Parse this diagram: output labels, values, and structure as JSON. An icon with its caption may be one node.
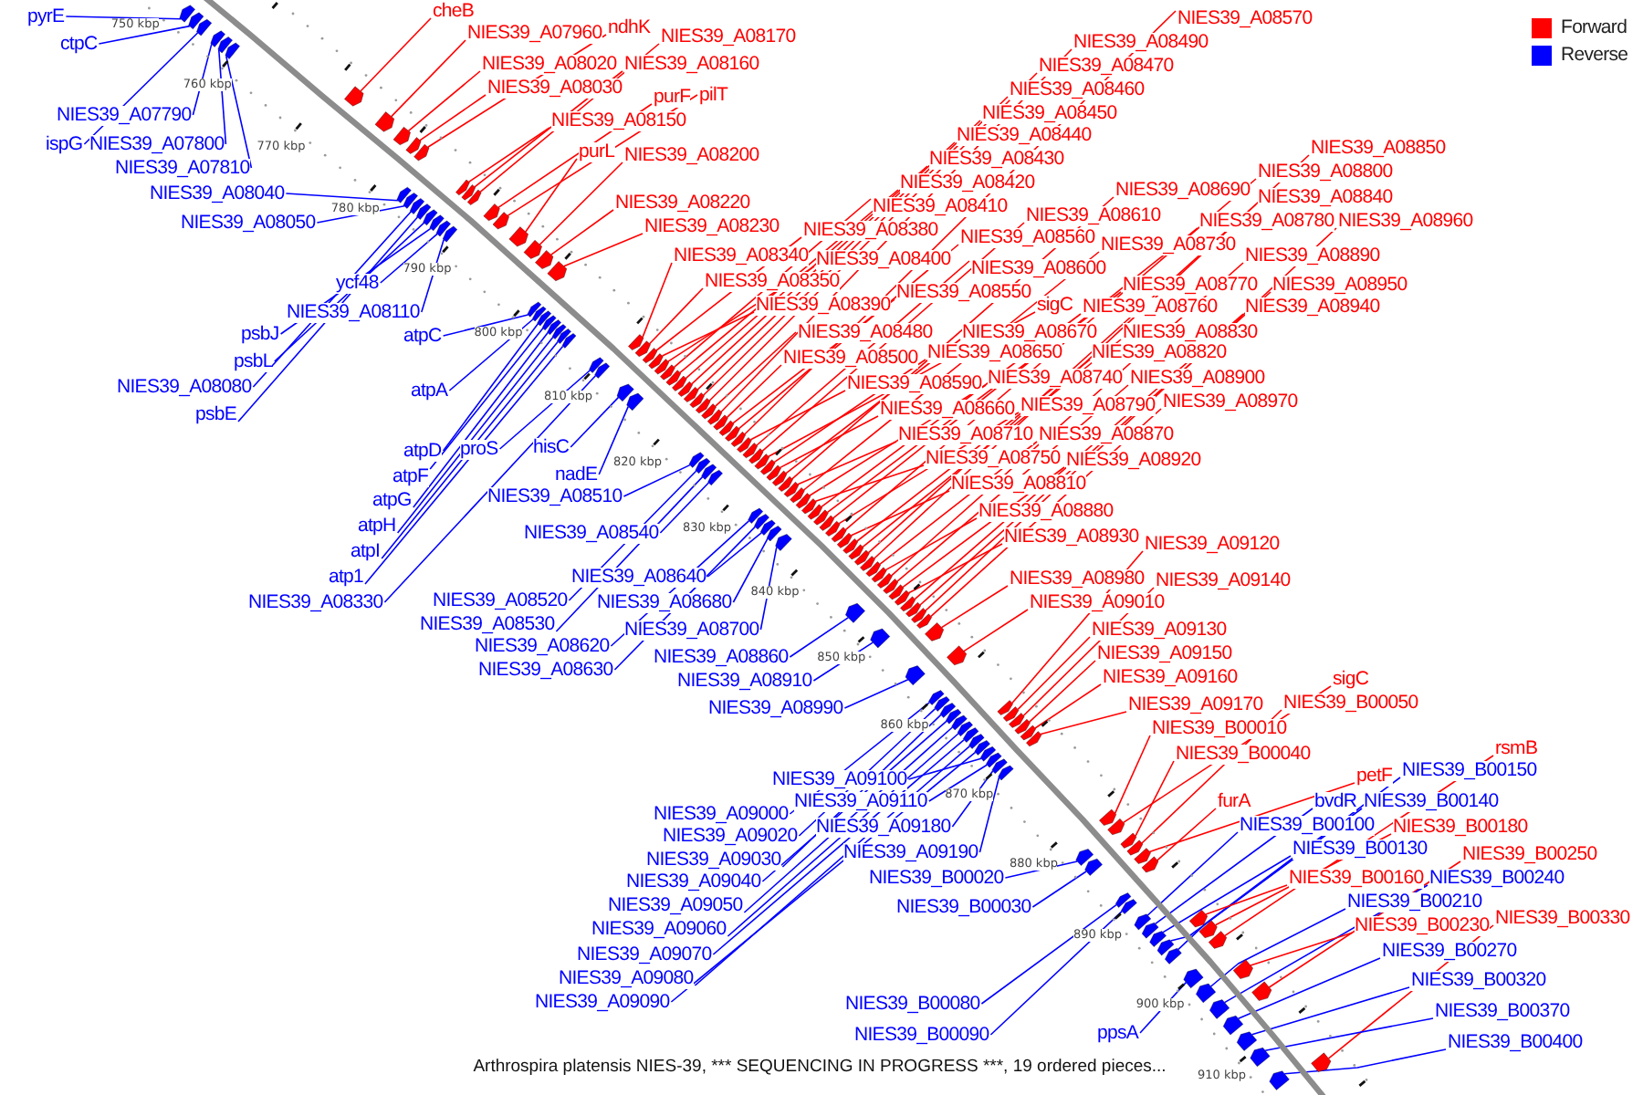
{
  "diagram": {
    "caption": "Arthrospira platensis NIES-39, *** SEQUENCING IN PROGRESS ***, 19 ordered pieces...",
    "nodes": [
      {
        "text": [
          "cheB"
        ]
      },
      {
        "text": [
          "pyrE"
        ]
      },
      {
        "text": [
          "NIES39_A08570"
        ]
      },
      {
        "text": [
          "ndhK"
        ]
      },
      {
        "text": [
          "NIES39_A07960"
        ]
      },
      {
        "text": [
          "NIES39_A08170"
        ]
      },
      {
        "text": [
          "NIES39_A08490"
        ]
      },
      {
        "text": [
          "ctpC"
        ]
      },
      {
        "text": [
          "NIES39_A08020"
        ]
      },
      {
        "text": [
          "NIES39_A08160"
        ]
      },
      {
        "text": [
          "NIES39_A08470"
        ]
      },
      {
        "text": [
          "NIES39_A08030"
        ]
      },
      {
        "text": [
          "NIES39_A08460"
        ]
      },
      {
        "text": [
          "purF"
        ]
      },
      {
        "text": [
          "pilT"
        ]
      },
      {
        "text": [
          "NIES39_A08450"
        ]
      },
      {
        "text": [
          "NIES39_A07790"
        ]
      },
      {
        "text": [
          "NIES39_A08150"
        ]
      },
      {
        "text": [
          "NIES39_A08440"
        ]
      },
      {
        "text": [
          "ispG"
        ]
      },
      {
        "text": [
          "NIES39_A07800"
        ]
      },
      {
        "text": [
          "NIES39_A08850"
        ]
      },
      {
        "text": [
          "purL"
        ]
      },
      {
        "text": [
          "NIES39_A08200"
        ]
      },
      {
        "text": [
          "NIES39_A08430"
        ]
      },
      {
        "text": [
          "NIES39_A07810"
        ]
      },
      {
        "text": [
          "NIES39_A08800"
        ]
      },
      {
        "text": [
          "NIES39_A08420"
        ]
      },
      {
        "text": [
          "NIES39_A08690"
        ]
      },
      {
        "text": [
          "NIES39_A08040"
        ]
      },
      {
        "text": [
          "NIES39_A08840"
        ]
      },
      {
        "text": [
          "NIES39_A08220"
        ]
      },
      {
        "text": [
          "NIES39_A08410"
        ]
      },
      {
        "text": [
          "NIES39_A08610"
        ]
      },
      {
        "text": [
          "NIES39_A08780"
        ]
      },
      {
        "text": [
          "NIES39_A08960"
        ]
      },
      {
        "text": [
          "NIES39_A08050"
        ]
      },
      {
        "text": [
          "NIES39_A08230"
        ]
      },
      {
        "text": [
          "NIES39_A08380"
        ]
      },
      {
        "text": [
          "NIES39_A08560"
        ]
      },
      {
        "text": [
          "NIES39_A08730"
        ]
      },
      {
        "text": [
          "NIES39_A08340"
        ]
      },
      {
        "text": [
          "NIES39_A08890"
        ]
      },
      {
        "text": [
          "NIES39_A08400"
        ]
      },
      {
        "text": [
          "NIES39_A08600"
        ]
      },
      {
        "text": [
          "NIES39_A08350"
        ]
      },
      {
        "text": [
          "ycf48"
        ]
      },
      {
        "text": [
          "NIES39_A08770"
        ]
      },
      {
        "text": [
          "NIES39_A08950"
        ]
      },
      {
        "text": [
          "NIES39_A08550"
        ]
      },
      {
        "text": [
          "NIES39_A08390"
        ]
      },
      {
        "text": [
          "sigC"
        ]
      },
      {
        "text": [
          "NIES39_A08760"
        ]
      },
      {
        "text": [
          "NIES39_A08940"
        ]
      },
      {
        "text": [
          "NIES39_A08110"
        ]
      },
      {
        "text": [
          "NIES39_A08480"
        ]
      },
      {
        "text": [
          "NIES39_A08670"
        ]
      },
      {
        "text": [
          "NIES39_A08830"
        ]
      },
      {
        "text": [
          "psbJ"
        ]
      },
      {
        "text": [
          "atpC"
        ]
      },
      {
        "text": [
          "NIES39_A08650"
        ]
      },
      {
        "text": [
          "NIES39_A08820"
        ]
      },
      {
        "text": [
          "NIES39_A08500"
        ]
      },
      {
        "text": [
          "psbL"
        ]
      },
      {
        "text": [
          "NIES39_A08740"
        ]
      },
      {
        "text": [
          "NIES39_A08900"
        ]
      },
      {
        "text": [
          "NIES39_A08590"
        ]
      },
      {
        "text": [
          "NIES39_A08080"
        ]
      },
      {
        "text": [
          "atpA"
        ]
      },
      {
        "text": [
          "NIES39_A08970"
        ]
      },
      {
        "text": [
          "NIES39_A08790"
        ]
      },
      {
        "text": [
          "NIES39_A08660"
        ]
      },
      {
        "text": [
          "psbE"
        ]
      },
      {
        "text": [
          "NIES39_A08710"
        ]
      },
      {
        "text": [
          "NIES39_A08870"
        ]
      },
      {
        "text": [
          "hisC"
        ]
      },
      {
        "text": [
          "proS"
        ]
      },
      {
        "text": [
          "atpD"
        ]
      },
      {
        "text": [
          "NIES39_A08750"
        ]
      },
      {
        "text": [
          "NIES39_A08920"
        ]
      },
      {
        "text": [
          "nadE"
        ]
      },
      {
        "text": [
          "atpF"
        ]
      },
      {
        "text": [
          "NIES39_A08810"
        ]
      },
      {
        "text": [
          "NIES39_A08510"
        ]
      },
      {
        "text": [
          "atpG"
        ]
      },
      {
        "text": [
          "NIES39_A08880"
        ]
      },
      {
        "text": [
          "atpH"
        ]
      },
      {
        "text": [
          "NIES39_A08540"
        ]
      },
      {
        "text": [
          "NIES39_A08930"
        ]
      },
      {
        "text": [
          "NIES39_A09120"
        ]
      },
      {
        "text": [
          "atpI"
        ]
      },
      {
        "text": [
          "atp1"
        ]
      },
      {
        "text": [
          "NIES39_A08640"
        ]
      },
      {
        "text": [
          "NIES39_A08980"
        ]
      },
      {
        "text": [
          "NIES39_A09140"
        ]
      },
      {
        "text": [
          "NIES39_A08520"
        ]
      },
      {
        "text": [
          "NIES39_A08330"
        ]
      },
      {
        "text": [
          "NIES39_A08680"
        ]
      },
      {
        "text": [
          "NIES39_A09010"
        ]
      },
      {
        "text": [
          "NIES39_A08530"
        ]
      },
      {
        "text": [
          "NIES39_A08700"
        ]
      },
      {
        "text": [
          "NIES39_A09130"
        ]
      },
      {
        "text": [
          "NIES39_A08620"
        ]
      },
      {
        "text": [
          "NIES39_A09150"
        ]
      },
      {
        "text": [
          "NIES39_A08860"
        ]
      },
      {
        "text": [
          "NIES39_A08630"
        ]
      },
      {
        "text": [
          "NIES39_A09160"
        ]
      },
      {
        "text": [
          "sigC"
        ]
      },
      {
        "text": [
          "NIES39_A08910"
        ]
      },
      {
        "text": [
          "NIES39_B00050"
        ]
      },
      {
        "text": [
          "NIES39_A09170"
        ]
      },
      {
        "text": [
          "NIES39_A08990"
        ]
      },
      {
        "text": [
          "NIES39_B00010"
        ]
      },
      {
        "text": [
          "rsmB"
        ]
      },
      {
        "text": [
          "NIES39_B00040"
        ]
      },
      {
        "text": [
          "NIES39_B00150"
        ]
      },
      {
        "text": [
          "petF"
        ]
      },
      {
        "text": [
          "NIES39_A09100"
        ]
      },
      {
        "text": [
          "NIES39_A09110"
        ]
      },
      {
        "text": [
          "furA"
        ]
      },
      {
        "text": [
          "bvdR"
        ]
      },
      {
        "text": [
          "NIES39_B00140"
        ]
      },
      {
        "text": [
          "NIES39_A09000"
        ]
      },
      {
        "text": [
          "NIES39_B00100"
        ]
      },
      {
        "text": [
          "NIES39_A09180"
        ]
      },
      {
        "text": [
          "NIES39_B00180"
        ]
      },
      {
        "text": [
          "NIES39_A09020"
        ]
      },
      {
        "text": [
          "NIES39_B00130"
        ]
      },
      {
        "text": [
          "NIES39_A09190"
        ]
      },
      {
        "text": [
          "NIES39_B00250"
        ]
      },
      {
        "text": [
          "NIES39_A09030"
        ]
      },
      {
        "text": [
          "NIES39_B00020"
        ]
      },
      {
        "text": [
          "NIES39_B00160"
        ]
      },
      {
        "text": [
          "NIES39_B00240"
        ]
      },
      {
        "text": [
          "NIES39_A09040"
        ]
      },
      {
        "text": [
          "NIES39_B00210"
        ]
      },
      {
        "text": [
          "NIES39_A09050"
        ]
      },
      {
        "text": [
          "NIES39_B00030"
        ]
      },
      {
        "text": [
          "NIES39_B00330"
        ]
      },
      {
        "text": [
          "NIES39_B00230"
        ]
      },
      {
        "text": [
          "NIES39_A09060"
        ]
      },
      {
        "text": [
          "NIES39_B00270"
        ]
      },
      {
        "text": [
          "NIES39_A09070"
        ]
      },
      {
        "text": [
          "NIES39_A09080"
        ]
      },
      {
        "text": [
          "NIES39_B00320"
        ]
      },
      {
        "text": [
          "NIES39_A09090"
        ]
      },
      {
        "text": [
          "NIES39_B00080"
        ]
      },
      {
        "text": [
          "NIES39_B00370"
        ]
      },
      {
        "text": [
          "ppsA"
        ]
      },
      {
        "text": [
          "NIES39_B00090"
        ]
      },
      {
        "text": [
          "NIES39_B00400"
        ]
      },
      {
        "text": [],
        "shape": "arrow"
      },
      {
        "text": [],
        "shape": "arrow"
      },
      {
        "text": [],
        "shape": "arrow"
      },
      {
        "text": [],
        "shape": "arrow"
      },
      {
        "text": [],
        "shape": "arrow"
      },
      {
        "text": [],
        "shape": "arrow"
      },
      {
        "text": [],
        "shape": "arrow"
      },
      {
        "text": [],
        "shape": "arrow"
      },
      {
        "text": [],
        "shape": "arrow"
      },
      {
        "text": [],
        "shape": "arrow"
      },
      {
        "text": [],
        "shape": "arrow"
      },
      {
        "text": [],
        "shape": "arrow"
      },
      {
        "text": [],
        "shape": "arrow"
      },
      {
        "text": [],
        "shape": "arrow"
      },
      {
        "text": [],
        "shape": "arrow"
      },
      {
        "text": [],
        "shape": "arrow"
      },
      {
        "text": [],
        "shape": "arrow"
      },
      {
        "text": [],
        "shape": "arrow"
      },
      {
        "text": [],
        "shape": "arrow"
      },
      {
        "text": [],
        "shape": "arrow"
      },
      {
        "text": [],
        "shape": "arrow"
      },
      {
        "text": [],
        "shape": "arrow"
      },
      {
        "text": [],
        "shape": "arrow"
      },
      {
        "text": [],
        "shape": "arrow"
      },
      {
        "text": [],
        "shape": "arrow"
      },
      {
        "text": [],
        "shape": "arrow"
      },
      {
        "text": [],
        "shape": "arrow"
      },
      {
        "text": [],
        "shape": "arrow"
      },
      {
        "text": [],
        "shape": "arrow"
      },
      {
        "text": [],
        "shape": "arrow"
      },
      {
        "text": [],
        "shape": "arrow"
      },
      {
        "text": [],
        "shape": "arrow"
      },
      {
        "text": [],
        "shape": "arrow"
      },
      {
        "text": [],
        "shape": "arrow"
      },
      {
        "text": [],
        "shape": "arrow"
      },
      {
        "text": [],
        "shape": "arrow"
      },
      {
        "text": [],
        "shape": "arrow"
      },
      {
        "text": [],
        "shape": "arrow"
      },
      {
        "text": [],
        "shape": "arrow"
      },
      {
        "text": [],
        "shape": "arrow"
      },
      {
        "text": [],
        "shape": "arrow"
      },
      {
        "text": [],
        "shape": "arrow"
      },
      {
        "text": [],
        "shape": "arrow"
      },
      {
        "text": [],
        "shape": "arrow"
      },
      {
        "text": [],
        "shape": "arrow"
      },
      {
        "text": [],
        "shape": "arrow"
      },
      {
        "text": [],
        "shape": "arrow"
      },
      {
        "text": [],
        "shape": "arrow"
      },
      {
        "text": [],
        "shape": "arrow"
      },
      {
        "text": [],
        "shape": "arrow"
      },
      {
        "text": [],
        "shape": "arrow"
      },
      {
        "text": [],
        "shape": "arrow"
      },
      {
        "text": [],
        "shape": "arrow"
      },
      {
        "text": [],
        "shape": "arrow"
      },
      {
        "text": [],
        "shape": "arrow"
      },
      {
        "text": [],
        "shape": "arrow"
      },
      {
        "text": [],
        "shape": "arrow"
      },
      {
        "text": [],
        "shape": "arrow"
      },
      {
        "text": [],
        "shape": "arrow"
      },
      {
        "text": [],
        "shape": "arrow"
      },
      {
        "text": [],
        "shape": "arrow"
      },
      {
        "text": [],
        "shape": "arrow"
      },
      {
        "text": [],
        "shape": "arrow"
      },
      {
        "text": [],
        "shape": "arrow"
      },
      {
        "text": [],
        "shape": "arrow"
      },
      {
        "text": [],
        "shape": "arrow"
      },
      {
        "text": [],
        "shape": "arrow"
      },
      {
        "text": [],
        "shape": "arrow"
      },
      {
        "text": [],
        "shape": "arrow"
      },
      {
        "text": [],
        "shape": "arrow"
      },
      {
        "text": [],
        "shape": "arrow"
      },
      {
        "text": [],
        "shape": "arrow"
      },
      {
        "text": [],
        "shape": "arrow"
      },
      {
        "text": [],
        "shape": "arrow"
      },
      {
        "text": [],
        "shape": "arrow"
      },
      {
        "text": [],
        "shape": "arrow"
      },
      {
        "text": [],
        "shape": "arrow"
      },
      {
        "text": [],
        "shape": "arrow"
      },
      {
        "text": [],
        "shape": "arrow"
      },
      {
        "text": [],
        "shape": "arrow"
      },
      {
        "text": [],
        "shape": "arrow"
      },
      {
        "text": [],
        "shape": "arrow"
      },
      {
        "text": [],
        "shape": "arrow"
      },
      {
        "text": [],
        "shape": "arrow"
      },
      {
        "text": [],
        "shape": "arrow"
      },
      {
        "text": [],
        "shape": "arrow"
      },
      {
        "text": [],
        "shape": "arrow"
      },
      {
        "text": [],
        "shape": "arrow"
      },
      {
        "text": [],
        "shape": "arrow"
      },
      {
        "text": [],
        "shape": "arrow"
      },
      {
        "text": [],
        "shape": "arrow"
      },
      {
        "text": [],
        "shape": "arrow"
      },
      {
        "text": [],
        "shape": "arrow"
      },
      {
        "text": [],
        "shape": "arrow"
      },
      {
        "text": [],
        "shape": "arrow"
      },
      {
        "text": [],
        "shape": "arrow"
      },
      {
        "text": [],
        "shape": "arrow"
      },
      {
        "text": [],
        "shape": "arrow"
      },
      {
        "text": [],
        "shape": "arrow"
      },
      {
        "text": [],
        "shape": "arrow"
      },
      {
        "text": [],
        "shape": "arrow"
      },
      {
        "text": [],
        "shape": "arrow"
      },
      {
        "text": [],
        "shape": "arrow"
      },
      {
        "text": [],
        "shape": "arrow"
      },
      {
        "text": [],
        "shape": "arrow"
      },
      {
        "text": [],
        "shape": "arrow"
      },
      {
        "text": [],
        "shape": "arrow"
      },
      {
        "text": [],
        "shape": "arrow"
      },
      {
        "text": [],
        "shape": "arrow"
      },
      {
        "text": [],
        "shape": "arrow"
      },
      {
        "text": [],
        "shape": "arrow"
      },
      {
        "text": [],
        "shape": "arrow"
      },
      {
        "text": [],
        "shape": "arrow"
      },
      {
        "text": [],
        "shape": "arrow"
      },
      {
        "text": [],
        "shape": "arrow"
      },
      {
        "text": [],
        "shape": "arrow"
      },
      {
        "text": [],
        "shape": "arrow"
      },
      {
        "text": [],
        "shape": "arrow"
      },
      {
        "text": [],
        "shape": "arrow"
      },
      {
        "text": [],
        "shape": "arrow"
      },
      {
        "text": [],
        "shape": "arrow"
      },
      {
        "text": [],
        "shape": "arrow"
      },
      {
        "text": [],
        "shape": "arrow"
      },
      {
        "text": [],
        "shape": "arrow"
      },
      {
        "text": [],
        "shape": "arrow"
      },
      {
        "text": [],
        "shape": "arrow"
      },
      {
        "text": [],
        "shape": "arrow"
      },
      {
        "text": [],
        "shape": "arrow"
      },
      {
        "text": [],
        "shape": "arrow"
      },
      {
        "text": [],
        "shape": "arrow"
      },
      {
        "text": [],
        "shape": "arrow"
      },
      {
        "text": [],
        "shape": "arrow"
      },
      {
        "text": [],
        "shape": "arrow"
      },
      {
        "text": [],
        "shape": "arrow"
      },
      {
        "text": [],
        "shape": "arrow"
      },
      {
        "text": [],
        "shape": "arrow"
      },
      {
        "text": [],
        "shape": "arrow"
      },
      {
        "text": [],
        "shape": "arrow"
      },
      {
        "text": [],
        "shape": "arrow"
      },
      {
        "text": [],
        "shape": "arrow"
      },
      {
        "text": [],
        "shape": "arrow"
      },
      {
        "text": [],
        "shape": "arrow"
      },
      {
        "text": [],
        "shape": "arrow"
      },
      {
        "text": [],
        "shape": "arrow"
      },
      {
        "text": [],
        "shape": "arrow"
      },
      {
        "text": [],
        "shape": "arrow"
      },
      {
        "text": [],
        "shape": "arrow"
      },
      {
        "text": [],
        "shape": "arrow"
      },
      {
        "text": [],
        "shape": "arrow"
      },
      {
        "text": [],
        "shape": "arrow"
      },
      {
        "text": [],
        "shape": "arrow"
      }
    ],
    "edges": [
      {
        "from": 0,
        "to": 157,
        "arrow": "none"
      },
      {
        "from": 1,
        "to": 151,
        "arrow": "none",
        "color": "#0000ff"
      },
      {
        "from": 2,
        "to": 211,
        "arrow": "none"
      },
      {
        "from": 3,
        "to": 161,
        "arrow": "none"
      },
      {
        "from": 4,
        "to": 158,
        "arrow": "none"
      },
      {
        "from": 5,
        "to": 171,
        "arrow": "none"
      },
      {
        "from": 6,
        "to": 204,
        "arrow": "none"
      },
      {
        "from": 7,
        "to": 152,
        "arrow": "none",
        "color": "#0000ff"
      },
      {
        "from": 8,
        "to": 159,
        "arrow": "none"
      },
      {
        "from": 9,
        "to": 169,
        "arrow": "none"
      },
      {
        "from": 10,
        "to": 202,
        "arrow": "none"
      },
      {
        "from": 11,
        "to": 160,
        "arrow": "none"
      },
      {
        "from": 12,
        "to": 201,
        "arrow": "none"
      },
      {
        "from": 13,
        "to": 173,
        "arrow": "none"
      },
      {
        "from": 14,
        "to": 174,
        "arrow": "none"
      },
      {
        "from": 15,
        "to": 200,
        "arrow": "none"
      },
      {
        "from": 16,
        "to": 154,
        "arrow": "none",
        "color": "#0000ff"
      },
      {
        "from": 17,
        "to": 167,
        "arrow": "none"
      },
      {
        "from": 18,
        "to": 199,
        "arrow": "none"
      },
      {
        "from": 19,
        "to": 153,
        "arrow": "none",
        "color": "#0000ff"
      },
      {
        "from": 20,
        "to": 155,
        "arrow": "none",
        "color": "#0000ff"
      },
      {
        "from": 21,
        "to": 239,
        "arrow": "none"
      },
      {
        "from": 22,
        "to": 175,
        "arrow": "none"
      },
      {
        "from": 23,
        "to": 176,
        "arrow": "none"
      },
      {
        "from": 24,
        "to": 198,
        "arrow": "none"
      },
      {
        "from": 25,
        "to": 156,
        "arrow": "none",
        "color": "#0000ff"
      },
      {
        "from": 26,
        "to": 234,
        "arrow": "none"
      },
      {
        "from": 27,
        "to": 197,
        "arrow": "none"
      },
      {
        "from": 28,
        "to": 221,
        "arrow": "none"
      },
      {
        "from": 29,
        "to": 162,
        "arrow": "none",
        "color": "#0000ff"
      },
      {
        "from": 30,
        "to": 238,
        "arrow": "none"
      },
      {
        "from": 31,
        "to": 177,
        "arrow": "none"
      },
      {
        "from": 32,
        "to": 196,
        "arrow": "none"
      },
      {
        "from": 33,
        "to": 215,
        "arrow": "none"
      },
      {
        "from": 34,
        "to": 232,
        "arrow": "none"
      },
      {
        "from": 35,
        "to": 250,
        "arrow": "none"
      },
      {
        "from": 36,
        "to": 163,
        "arrow": "none",
        "color": "#0000ff"
      },
      {
        "from": 37,
        "to": 178,
        "arrow": "none"
      },
      {
        "from": 38,
        "to": 191,
        "arrow": "none"
      },
      {
        "from": 39,
        "to": 209,
        "arrow": "none"
      },
      {
        "from": 40,
        "to": 225,
        "arrow": "none"
      },
      {
        "from": 41,
        "to": 189,
        "arrow": "none"
      },
      {
        "from": 42,
        "to": 243,
        "arrow": "none"
      },
      {
        "from": 43,
        "to": 194,
        "arrow": "none"
      },
      {
        "from": 44,
        "to": 214,
        "arrow": "none"
      },
      {
        "from": 45,
        "to": 190,
        "arrow": "none"
      },
      {
        "from": 46,
        "to": 170,
        "arrow": "none",
        "color": "#0000ff"
      },
      {
        "from": 47,
        "to": 231,
        "arrow": "none"
      },
      {
        "from": 48,
        "to": 249,
        "arrow": "none"
      },
      {
        "from": 49,
        "to": 207,
        "arrow": "none"
      },
      {
        "from": 50,
        "to": 193,
        "arrow": "none"
      },
      {
        "from": 51,
        "to": 216,
        "arrow": "none"
      },
      {
        "from": 52,
        "to": 230,
        "arrow": "none"
      },
      {
        "from": 53,
        "to": 247,
        "arrow": "none"
      },
      {
        "from": 54,
        "to": 172,
        "arrow": "none",
        "color": "#0000ff"
      },
      {
        "from": 55,
        "to": 203,
        "arrow": "none"
      },
      {
        "from": 56,
        "to": 219,
        "arrow": "none"
      },
      {
        "from": 57,
        "to": 237,
        "arrow": "none"
      },
      {
        "from": 58,
        "to": 168,
        "arrow": "none",
        "color": "#0000ff"
      },
      {
        "from": 59,
        "to": 179,
        "arrow": "none",
        "color": "#0000ff"
      },
      {
        "from": 60,
        "to": 217,
        "arrow": "none"
      },
      {
        "from": 61,
        "to": 236,
        "arrow": "none"
      },
      {
        "from": 62,
        "to": 205,
        "arrow": "none"
      },
      {
        "from": 63,
        "to": 166,
        "arrow": "none",
        "color": "#0000ff"
      },
      {
        "from": 64,
        "to": 227,
        "arrow": "none"
      },
      {
        "from": 65,
        "to": 244,
        "arrow": "none"
      },
      {
        "from": 66,
        "to": 213,
        "arrow": "none"
      },
      {
        "from": 67,
        "to": 164,
        "arrow": "none",
        "color": "#0000ff"
      },
      {
        "from": 68,
        "to": 180,
        "arrow": "none",
        "color": "#0000ff"
      },
      {
        "from": 69,
        "to": 251,
        "arrow": "none"
      },
      {
        "from": 70,
        "to": 233,
        "arrow": "none"
      },
      {
        "from": 71,
        "to": 218,
        "arrow": "none"
      },
      {
        "from": 72,
        "to": 165,
        "arrow": "none",
        "color": "#0000ff"
      },
      {
        "from": 73,
        "to": 223,
        "arrow": "none"
      },
      {
        "from": 74,
        "to": 240,
        "arrow": "none"
      },
      {
        "from": 75,
        "to": 192,
        "arrow": "none",
        "color": "#0000ff"
      },
      {
        "from": 76,
        "to": 187,
        "arrow": "none",
        "color": "#0000ff"
      },
      {
        "from": 77,
        "to": 181,
        "arrow": "none",
        "color": "#0000ff"
      },
      {
        "from": 78,
        "to": 228,
        "arrow": "none"
      },
      {
        "from": 79,
        "to": 245,
        "arrow": "none"
      },
      {
        "from": 80,
        "to": 195,
        "arrow": "none",
        "color": "#0000ff"
      },
      {
        "from": 81,
        "to": 182,
        "arrow": "none",
        "color": "#0000ff"
      },
      {
        "from": 82,
        "to": 235,
        "arrow": "none"
      },
      {
        "from": 83,
        "to": 206,
        "arrow": "none",
        "color": "#0000ff"
      },
      {
        "from": 84,
        "to": 183,
        "arrow": "none",
        "color": "#0000ff"
      },
      {
        "from": 85,
        "to": 241,
        "arrow": "none"
      },
      {
        "from": 86,
        "to": 184,
        "arrow": "none",
        "color": "#0000ff"
      },
      {
        "from": 87,
        "to": 212,
        "arrow": "none",
        "color": "#0000ff"
      },
      {
        "from": 88,
        "to": 246,
        "arrow": "none"
      },
      {
        "from": 89,
        "to": 262,
        "arrow": "none"
      },
      {
        "from": 90,
        "to": 185,
        "arrow": "none",
        "color": "#0000ff"
      },
      {
        "from": 91,
        "to": 186,
        "arrow": "none",
        "color": "#0000ff"
      },
      {
        "from": 92,
        "to": 224,
        "arrow": "none",
        "color": "#0000ff"
      },
      {
        "from": 93,
        "to": 252,
        "arrow": "none"
      },
      {
        "from": 94,
        "to": 266,
        "arrow": "none"
      },
      {
        "from": 95,
        "to": 208,
        "arrow": "none",
        "color": "#0000ff"
      },
      {
        "from": 96,
        "to": 188,
        "arrow": "none",
        "color": "#0000ff"
      },
      {
        "from": 97,
        "to": 226,
        "arrow": "none",
        "color": "#0000ff"
      },
      {
        "from": 98,
        "to": 254,
        "arrow": "none"
      },
      {
        "from": 99,
        "to": 210,
        "arrow": "none",
        "color": "#0000ff"
      },
      {
        "from": 100,
        "to": 229,
        "arrow": "none",
        "color": "#0000ff"
      },
      {
        "from": 101,
        "to": 264,
        "arrow": "none"
      },
      {
        "from": 102,
        "to": 220,
        "arrow": "none",
        "color": "#0000ff"
      },
      {
        "from": 103,
        "to": 268,
        "arrow": "none"
      },
      {
        "from": 104,
        "to": 242,
        "arrow": "none",
        "color": "#0000ff"
      },
      {
        "from": 105,
        "to": 222,
        "arrow": "none",
        "color": "#0000ff"
      },
      {
        "from": 106,
        "to": 270,
        "arrow": "none"
      },
      {
        "from": 107,
        "to": 276,
        "arrow": "none"
      },
      {
        "from": 108,
        "to": 248,
        "arrow": "none",
        "color": "#0000ff"
      },
      {
        "from": 109,
        "to": 279,
        "arrow": "none"
      },
      {
        "from": 110,
        "to": 272,
        "arrow": "none"
      },
      {
        "from": 111,
        "to": 253,
        "arrow": "none",
        "color": "#0000ff"
      },
      {
        "from": 112,
        "to": 274,
        "arrow": "none"
      },
      {
        "from": 113,
        "to": 291,
        "arrow": "none"
      },
      {
        "from": 114,
        "to": 278,
        "arrow": "none"
      },
      {
        "from": 115,
        "to": 289,
        "arrow": "none",
        "color": "#0000ff"
      },
      {
        "from": 116,
        "to": 280,
        "arrow": "none"
      },
      {
        "from": 117,
        "to": 267,
        "arrow": "none",
        "color": "#0000ff"
      },
      {
        "from": 118,
        "to": 269,
        "arrow": "none",
        "color": "#0000ff"
      },
      {
        "from": 119,
        "to": 281,
        "arrow": "none"
      },
      {
        "from": 120,
        "to": 285,
        "arrow": "none",
        "color": "#0000ff"
      },
      {
        "from": 121,
        "to": 287,
        "arrow": "none",
        "color": "#0000ff"
      },
      {
        "from": 122,
        "to": 255,
        "arrow": "none",
        "color": "#0000ff"
      },
      {
        "from": 123,
        "to": 284,
        "arrow": "none",
        "color": "#0000ff"
      },
      {
        "from": 124,
        "to": 271,
        "arrow": "none",
        "color": "#0000ff"
      },
      {
        "from": 125,
        "to": 290,
        "arrow": "none"
      },
      {
        "from": 126,
        "to": 256,
        "arrow": "none",
        "color": "#0000ff"
      },
      {
        "from": 127,
        "to": 286,
        "arrow": "none",
        "color": "#0000ff"
      },
      {
        "from": 128,
        "to": 273,
        "arrow": "none",
        "color": "#0000ff"
      },
      {
        "from": 129,
        "to": 296,
        "arrow": "none"
      },
      {
        "from": 130,
        "to": 257,
        "arrow": "none",
        "color": "#0000ff"
      },
      {
        "from": 131,
        "to": 275,
        "arrow": "none",
        "color": "#0000ff"
      },
      {
        "from": 132,
        "to": 288,
        "arrow": "none"
      },
      {
        "from": 133,
        "to": 295,
        "arrow": "none",
        "color": "#0000ff"
      },
      {
        "from": 134,
        "to": 258,
        "arrow": "none",
        "color": "#0000ff"
      },
      {
        "from": 135,
        "to": 293,
        "arrow": "none",
        "color": "#0000ff"
      },
      {
        "from": 136,
        "to": 259,
        "arrow": "none",
        "color": "#0000ff"
      },
      {
        "from": 137,
        "to": 277,
        "arrow": "none",
        "color": "#0000ff"
      },
      {
        "from": 138,
        "to": 301,
        "arrow": "none"
      },
      {
        "from": 139,
        "to": 294,
        "arrow": "none"
      },
      {
        "from": 140,
        "to": 260,
        "arrow": "none",
        "color": "#0000ff"
      },
      {
        "from": 141,
        "to": 297,
        "arrow": "none",
        "color": "#0000ff"
      },
      {
        "from": 142,
        "to": 261,
        "arrow": "none",
        "color": "#0000ff"
      },
      {
        "from": 143,
        "to": 263,
        "arrow": "none",
        "color": "#0000ff"
      },
      {
        "from": 144,
        "to": 298,
        "arrow": "none",
        "color": "#0000ff"
      },
      {
        "from": 145,
        "to": 265,
        "arrow": "none",
        "color": "#0000ff"
      },
      {
        "from": 146,
        "to": 282,
        "arrow": "none",
        "color": "#0000ff"
      },
      {
        "from": 147,
        "to": 299,
        "arrow": "none",
        "color": "#0000ff"
      },
      {
        "from": 148,
        "to": 292,
        "arrow": "none",
        "color": "#0000ff"
      },
      {
        "from": 149,
        "to": 283,
        "arrow": "none",
        "color": "#0000ff"
      },
      {
        "from": 150,
        "to": 300,
        "arrow": "none",
        "color": "#0000ff"
      }
    ],
    "labels": [
      "750 kbp",
      "760 kbp",
      "770 kbp",
      "780 kbp",
      "790 kbp",
      "800 kbp",
      "810 kbp",
      "820 kbp",
      "830 kbp",
      "840 kbp",
      "850 kbp",
      "860 kbp",
      "870 kbp",
      "880 kbp",
      "890 kbp",
      "900 kbp",
      "910 kbp"
    ],
    "legend": [
      {
        "text": "Forward",
        "color": "#ff0000"
      },
      {
        "text": "Reverse",
        "color": "#0000ff"
      }
    ]
  }
}
